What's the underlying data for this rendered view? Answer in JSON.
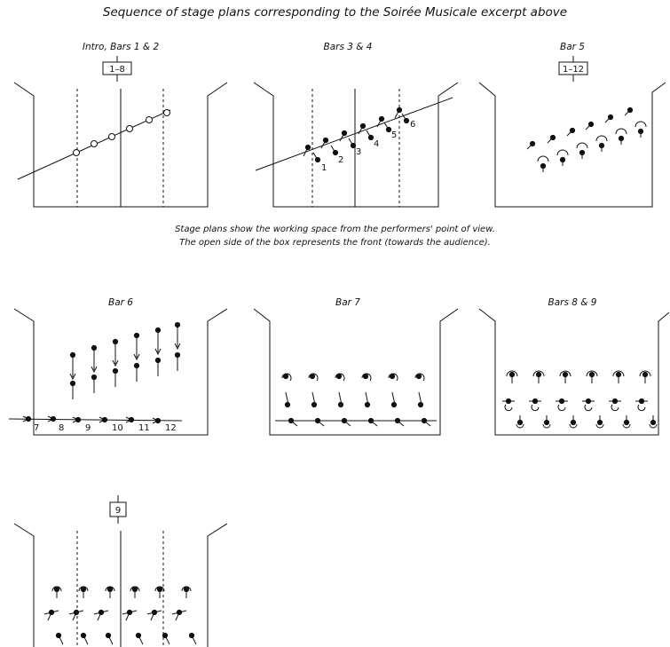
{
  "page": {
    "title": "Sequence of stage plans corresponding to the Soirée Musicale excerpt above",
    "note_line1": "Stage plans show the working space from the performers' point of view.",
    "note_line2": "The open side of the box represents the front (towards the audience)."
  },
  "panels": [
    {
      "id": "p1",
      "title": "Intro, Bars 1 & 2",
      "box_label": "1–8"
    },
    {
      "id": "p2",
      "title": "Bars 3 & 4",
      "labels": [
        "1",
        "2",
        "3",
        "4",
        "5",
        "6"
      ]
    },
    {
      "id": "p3",
      "title": "Bar 5",
      "box_label": "1–12"
    },
    {
      "id": "p4",
      "title": "Bar 6",
      "labels": [
        "7",
        "8",
        "9",
        "10",
        "11",
        "12"
      ]
    },
    {
      "id": "p5",
      "title": "Bar 7"
    },
    {
      "id": "p6",
      "title": "Bars 8 & 9"
    },
    {
      "id": "p7",
      "title": "",
      "box_label": "9"
    }
  ]
}
